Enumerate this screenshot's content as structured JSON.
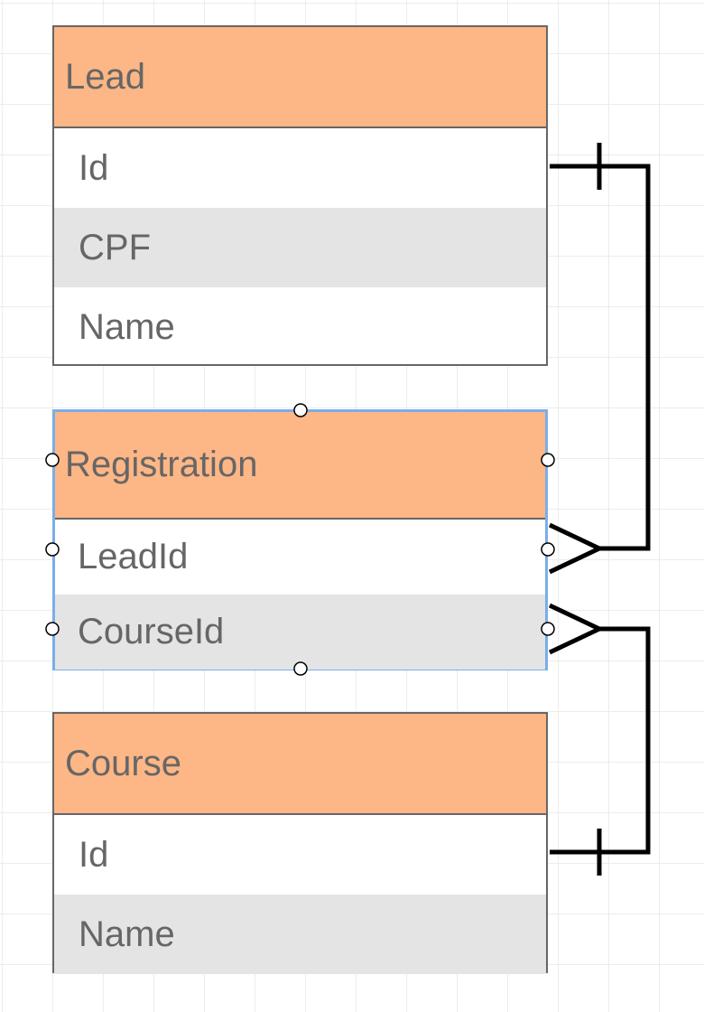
{
  "entities": {
    "lead": {
      "title": "Lead",
      "fields": [
        "Id",
        "CPF",
        "Name"
      ]
    },
    "registration": {
      "title": "Registration",
      "fields": [
        "LeadId",
        "CourseId"
      ]
    },
    "course": {
      "title": "Course",
      "fields": [
        "Id",
        "Name"
      ]
    }
  },
  "relationships": [
    {
      "from": "Lead.Id",
      "to": "Registration.LeadId",
      "from_cardinality": "one",
      "to_cardinality": "many"
    },
    {
      "from": "Course.Id",
      "to": "Registration.CourseId",
      "from_cardinality": "one",
      "to_cardinality": "many"
    }
  ],
  "colors": {
    "header_fill": "#fdb685",
    "border": "#666666",
    "text": "#666666",
    "alt_row": "#e4e4e4",
    "selection": "#7aaee8",
    "connector": "#000000",
    "grid": "#ececec"
  }
}
